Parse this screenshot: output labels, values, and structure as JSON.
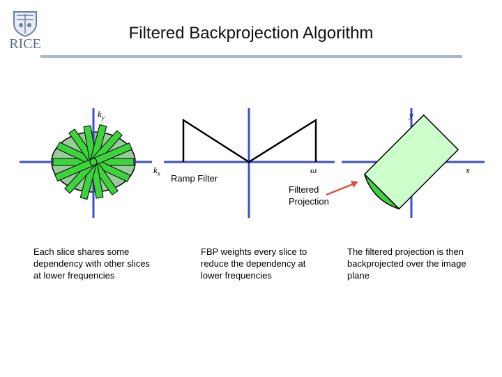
{
  "logo": {
    "text": "RICE"
  },
  "title": "Filtered Backprojection Algorithm",
  "panel1": {
    "axis_y_label": "k",
    "axis_y_sub": "y",
    "axis_x_label": "k",
    "axis_x_sub": "x"
  },
  "panel2": {
    "axis_label": "ω",
    "filter_label": "Ramp Filter"
  },
  "panel3": {
    "axis_y_label": "y",
    "axis_x_label": "x",
    "arrow_label_line1": "Filtered",
    "arrow_label_line2": "Projection"
  },
  "captions": {
    "left": "Each slice shares some dependency with other slices at lower frequencies",
    "middle": "FBP weights every slice to reduce the dependency at lower frequencies",
    "right": "The filtered projection is then backprojected over the image plane"
  },
  "colors": {
    "axis": "#3a4fd0",
    "slice_green": "#3cd33c",
    "ellipse_fill": "#99cc99",
    "projection_fill": "#ccffcc",
    "arrow": "#e0503a",
    "rule": "#a7b7d6"
  }
}
